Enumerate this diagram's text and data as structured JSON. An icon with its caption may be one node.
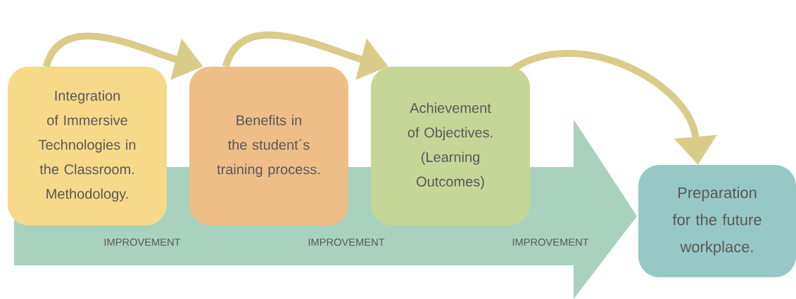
{
  "diagram": {
    "nodes": [
      {
        "text": [
          "Integration of Immersive Technologies in the Classroom. Methodology."
        ]
      },
      {
        "text": [
          "Benefits in the student´s training process."
        ]
      },
      {
        "text": [
          "Achievement of Objectives. (Learning Outcomes)"
        ]
      },
      {
        "text": [
          "Preparation for the future workplace."
        ]
      }
    ],
    "edges": [
      {
        "from": 0,
        "to": 1,
        "arrow": "to"
      },
      {
        "from": 1,
        "to": 2,
        "arrow": "to"
      },
      {
        "from": 2,
        "to": 3,
        "arrow": "to"
      }
    ],
    "labels": [
      "IMPROVEMENT",
      "IMPROVEMENT",
      "IMPROVEMENT"
    ]
  }
}
